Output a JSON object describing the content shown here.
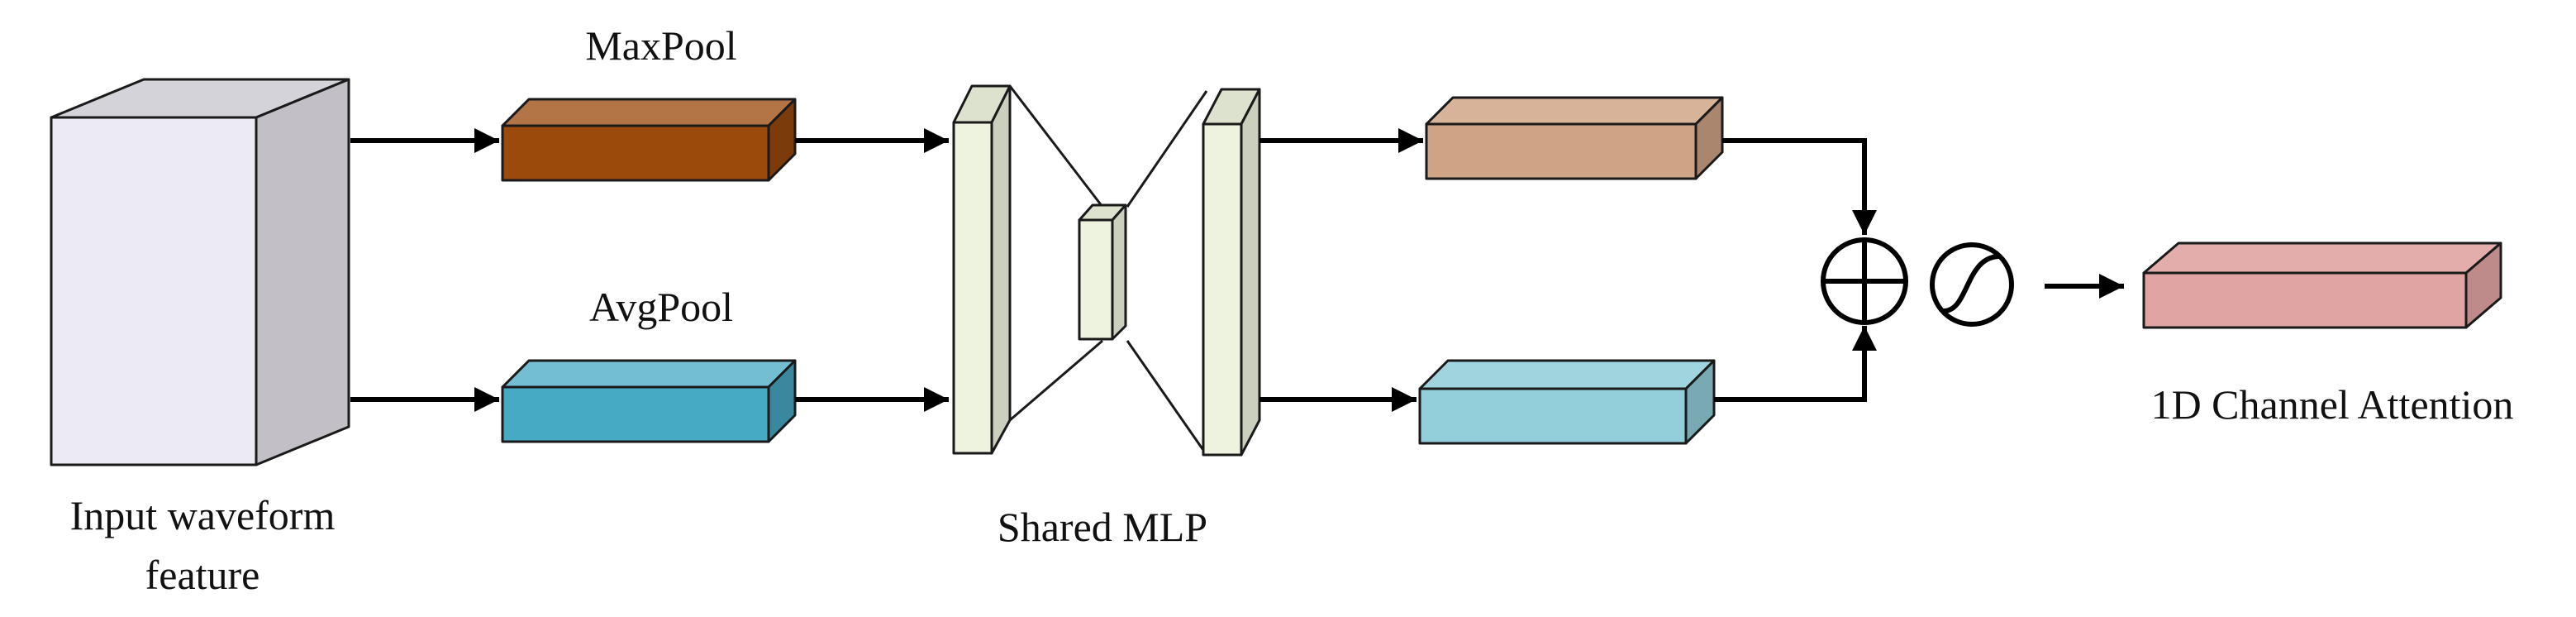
{
  "labels": {
    "input_line1": "Input waveform",
    "input_line2": "feature",
    "maxpool": "MaxPool",
    "avgpool": "AvgPool",
    "shared_mlp": "Shared MLP",
    "output": "1D Channel Attention"
  },
  "colors": {
    "input_block": "#ECEAF2",
    "maxpool_block": "#9B4A0C",
    "avgpool_block": "#47AAC4",
    "mlp_layer": "#EEF3DF",
    "max_branch_out": "#CFA486",
    "avg_branch_out": "#93CFDB",
    "attention_out": "#E0A4A2"
  },
  "icons": {
    "sum": "circle-plus-icon",
    "activation": "sigmoid-icon"
  }
}
